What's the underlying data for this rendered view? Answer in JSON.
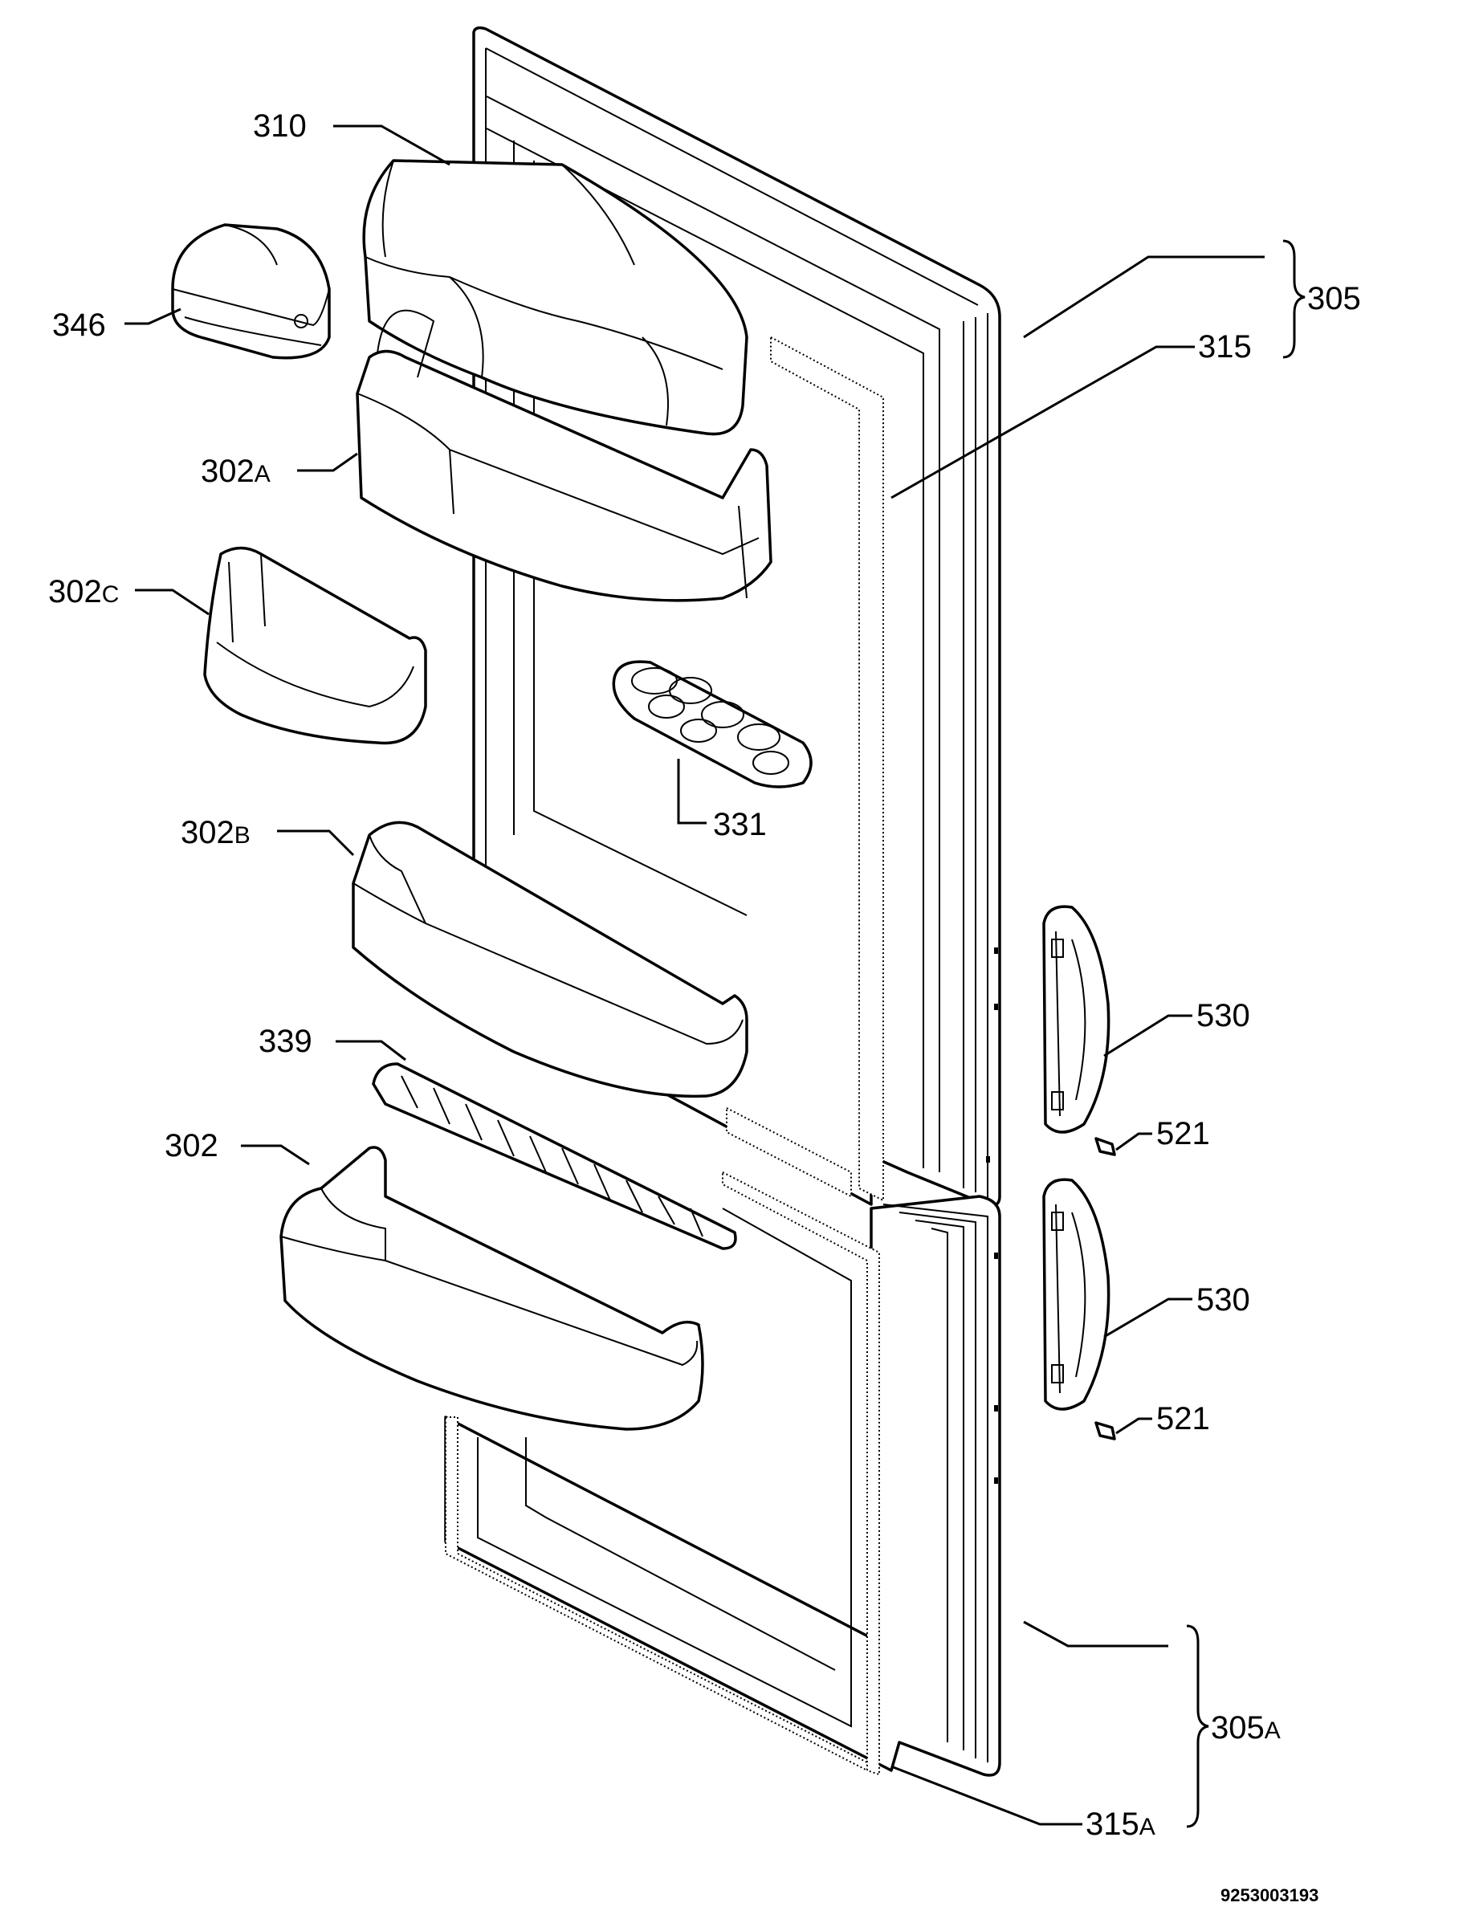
{
  "diagram": {
    "document_code": "9253003193",
    "labels": {
      "l310": {
        "main": "310",
        "sub": ""
      },
      "l346": {
        "main": "346",
        "sub": ""
      },
      "l302a": {
        "main": "302",
        "sub": "A"
      },
      "l302c": {
        "main": "302",
        "sub": "C"
      },
      "l302b": {
        "main": "302",
        "sub": "B"
      },
      "l339": {
        "main": "339",
        "sub": ""
      },
      "l302": {
        "main": "302",
        "sub": ""
      },
      "l331": {
        "main": "331",
        "sub": ""
      },
      "l305": {
        "main": "305",
        "sub": ""
      },
      "l315": {
        "main": "315",
        "sub": ""
      },
      "l530a": {
        "main": "530",
        "sub": ""
      },
      "l521a": {
        "main": "521",
        "sub": ""
      },
      "l530b": {
        "main": "530",
        "sub": ""
      },
      "l521b": {
        "main": "521",
        "sub": ""
      },
      "l305a": {
        "main": "305",
        "sub": "A"
      },
      "l315a": {
        "main": "315",
        "sub": "A"
      }
    }
  }
}
